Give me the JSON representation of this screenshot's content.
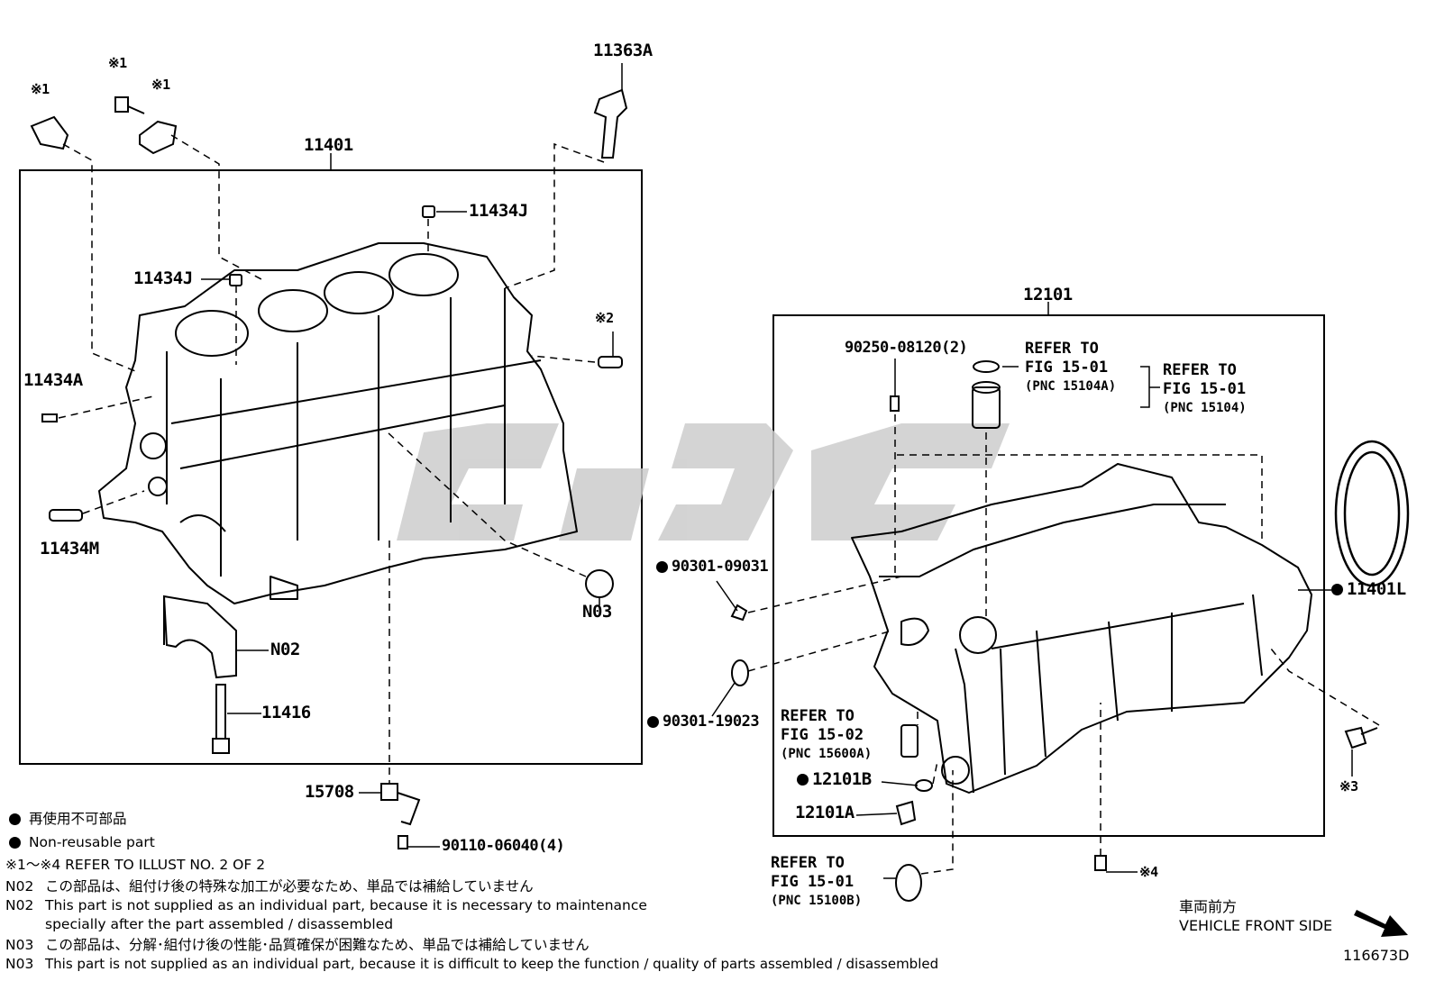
{
  "parts": {
    "p11401": "11401",
    "p11363A": "11363A",
    "p11434J_top": "11434J",
    "p11434J_left": "11434J",
    "p11434A": "11434A",
    "p11434M": "11434M",
    "ref1_a": "※1",
    "ref1_b": "※1",
    "ref1_c": "※1",
    "ref2": "※2",
    "ref3": "※3",
    "ref4": "※4",
    "pN02": "N02",
    "pN03": "N03",
    "p11416": "11416",
    "p15708": "15708",
    "p90110": "90110-06040(4)",
    "p12101": "12101",
    "p90250": "90250-08120(2)",
    "p90301_09031": "90301-09031",
    "p90301_19023": "90301-19023",
    "p12101B": "12101B",
    "p12101A": "12101A",
    "p11401L": "11401L"
  },
  "refs": {
    "r1": {
      "line1": "REFER TO",
      "line2": "FIG 15-01",
      "line3": "(PNC 15104A)"
    },
    "r2": {
      "line1": "REFER TO",
      "line2": "FIG 15-01",
      "line3": "(PNC 15104)"
    },
    "r3": {
      "line1": "REFER TO",
      "line2": "FIG 15-02",
      "line3": "(PNC 15600A)"
    },
    "r4": {
      "line1": "REFER TO",
      "line2": "FIG 15-01",
      "line3": "(PNC 15100B)"
    }
  },
  "notes": {
    "legend_jp": "再使用不可部品",
    "legend_en": "Non-reusable part",
    "refer_illust": "※1～※4  REFER TO ILLUST NO. 2 OF 2",
    "n02_jp_code": "N02",
    "n02_jp": "この部品は、組付け後の特殊な加工が必要なため、単品では補給していません",
    "n02_en_code": "N02",
    "n02_en_1": "This part is not supplied as an individual part, because it is necessary to maintenance",
    "n02_en_2": "specially after the part assembled / disassembled",
    "n03_jp_code": "N03",
    "n03_jp": "この部品は、分解･組付け後の性能･品質確保が困難なため、単品では補給していません",
    "n03_en_code": "N03",
    "n03_en": "This part is not supplied as an individual part, because it is difficult to keep the function / quality of parts  assembled / disassembled"
  },
  "front": {
    "jp": "車両前方",
    "en": "VEHICLE FRONT SIDE"
  },
  "diagram_id": "116673D",
  "colors": {
    "line": "#000000",
    "watermark": "#c8c8c8",
    "background": "#ffffff"
  }
}
